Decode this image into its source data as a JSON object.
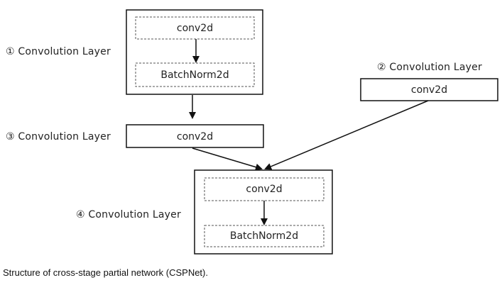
{
  "layers": {
    "layer1": {
      "label": "① Convolution Layer",
      "inner_top": "conv2d",
      "inner_bottom": "BatchNorm2d"
    },
    "layer2": {
      "label": "② Convolution Layer",
      "inner": "conv2d"
    },
    "layer3": {
      "label": "③ Convolution Layer",
      "inner": "conv2d"
    },
    "layer4": {
      "label": "④ Convolution Layer",
      "inner_top": "conv2d",
      "inner_bottom": "BatchNorm2d"
    }
  },
  "caption": "Structure of cross-stage partial network (CSPNet)."
}
